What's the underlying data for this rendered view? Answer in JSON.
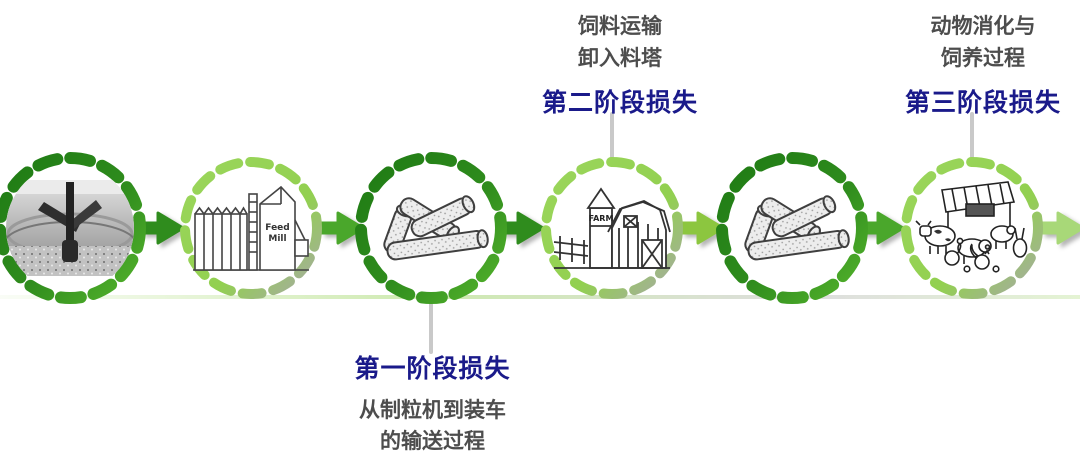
{
  "diagram_title": "feed-pellet-supply-chain-loss-stages",
  "stages": {
    "stage1": {
      "title": "第一阶段损失",
      "desc_line1": "从制粒机到装车",
      "desc_line2": "的输送过程"
    },
    "stage2": {
      "desc_line1": "饲料运输",
      "desc_line2": "卸入料塔",
      "title": "第二阶段损失"
    },
    "stage3": {
      "desc_line1": "动物消化与",
      "desc_line2": "饲养过程",
      "title": "第三阶段损失"
    }
  },
  "nodes": [
    {
      "id": "mixing-conditioning-photo"
    },
    {
      "id": "feed-mill",
      "label_line1": "Feed",
      "label_line2": "Mill"
    },
    {
      "id": "pellets-after-mill"
    },
    {
      "id": "farm",
      "label": "FARM"
    },
    {
      "id": "pellets-at-farm"
    },
    {
      "id": "livestock"
    }
  ],
  "arrows": {
    "colors": [
      "#2f8c1d",
      "#4aa72b",
      "#2f8c1d",
      "#8cc63f",
      "#4aa72b",
      "#a8d878"
    ]
  },
  "colors": {
    "dark_circle_green_start": "#1e7a14",
    "dark_circle_green_end": "#55b42d",
    "light_circle_green": "#92d050",
    "light_circle_gray": "#a8a8a8",
    "stage_label_blue": "#1a1a8a",
    "desc_gray": "#4d4d4d",
    "connector_gray": "#c9c9c9"
  }
}
